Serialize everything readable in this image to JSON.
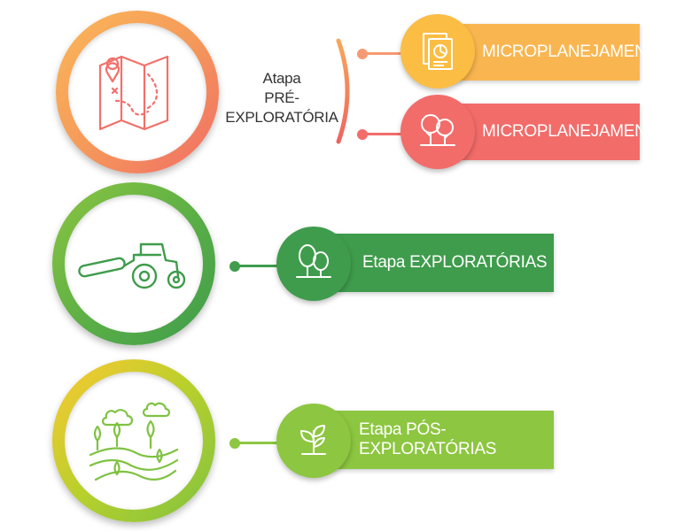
{
  "stage1": {
    "title_line1": "Atapa",
    "title_line2": "PRÉ-EXPLORATÓRIA",
    "item1_label": "MICROPLANEJAMENTO",
    "item2_label": "MICROPLANEJAMENTO"
  },
  "stage2": {
    "label": "Etapa EXPLORATÓRIAS"
  },
  "stage3": {
    "label": "Etapa PÓS-EXPLORATÓRIAS"
  },
  "colors": {
    "orange": "#f7a85a",
    "coral": "#f26f69",
    "yellow": "#fbbf40",
    "salmon": "#f26c6a",
    "green_dark": "#3f9c4c",
    "green_mid": "#62b24a",
    "green_light": "#8dc640",
    "yellow_green": "#c4d22b"
  },
  "icons": {
    "stage1_main": "folded-map-icon",
    "stage1_item1": "document-chart-icon",
    "stage1_item2": "trees-icon",
    "stage2_main": "tractor-icon",
    "stage2_item": "trees-icon",
    "stage3_main": "landscape-icon",
    "stage3_item": "sprout-icon"
  }
}
